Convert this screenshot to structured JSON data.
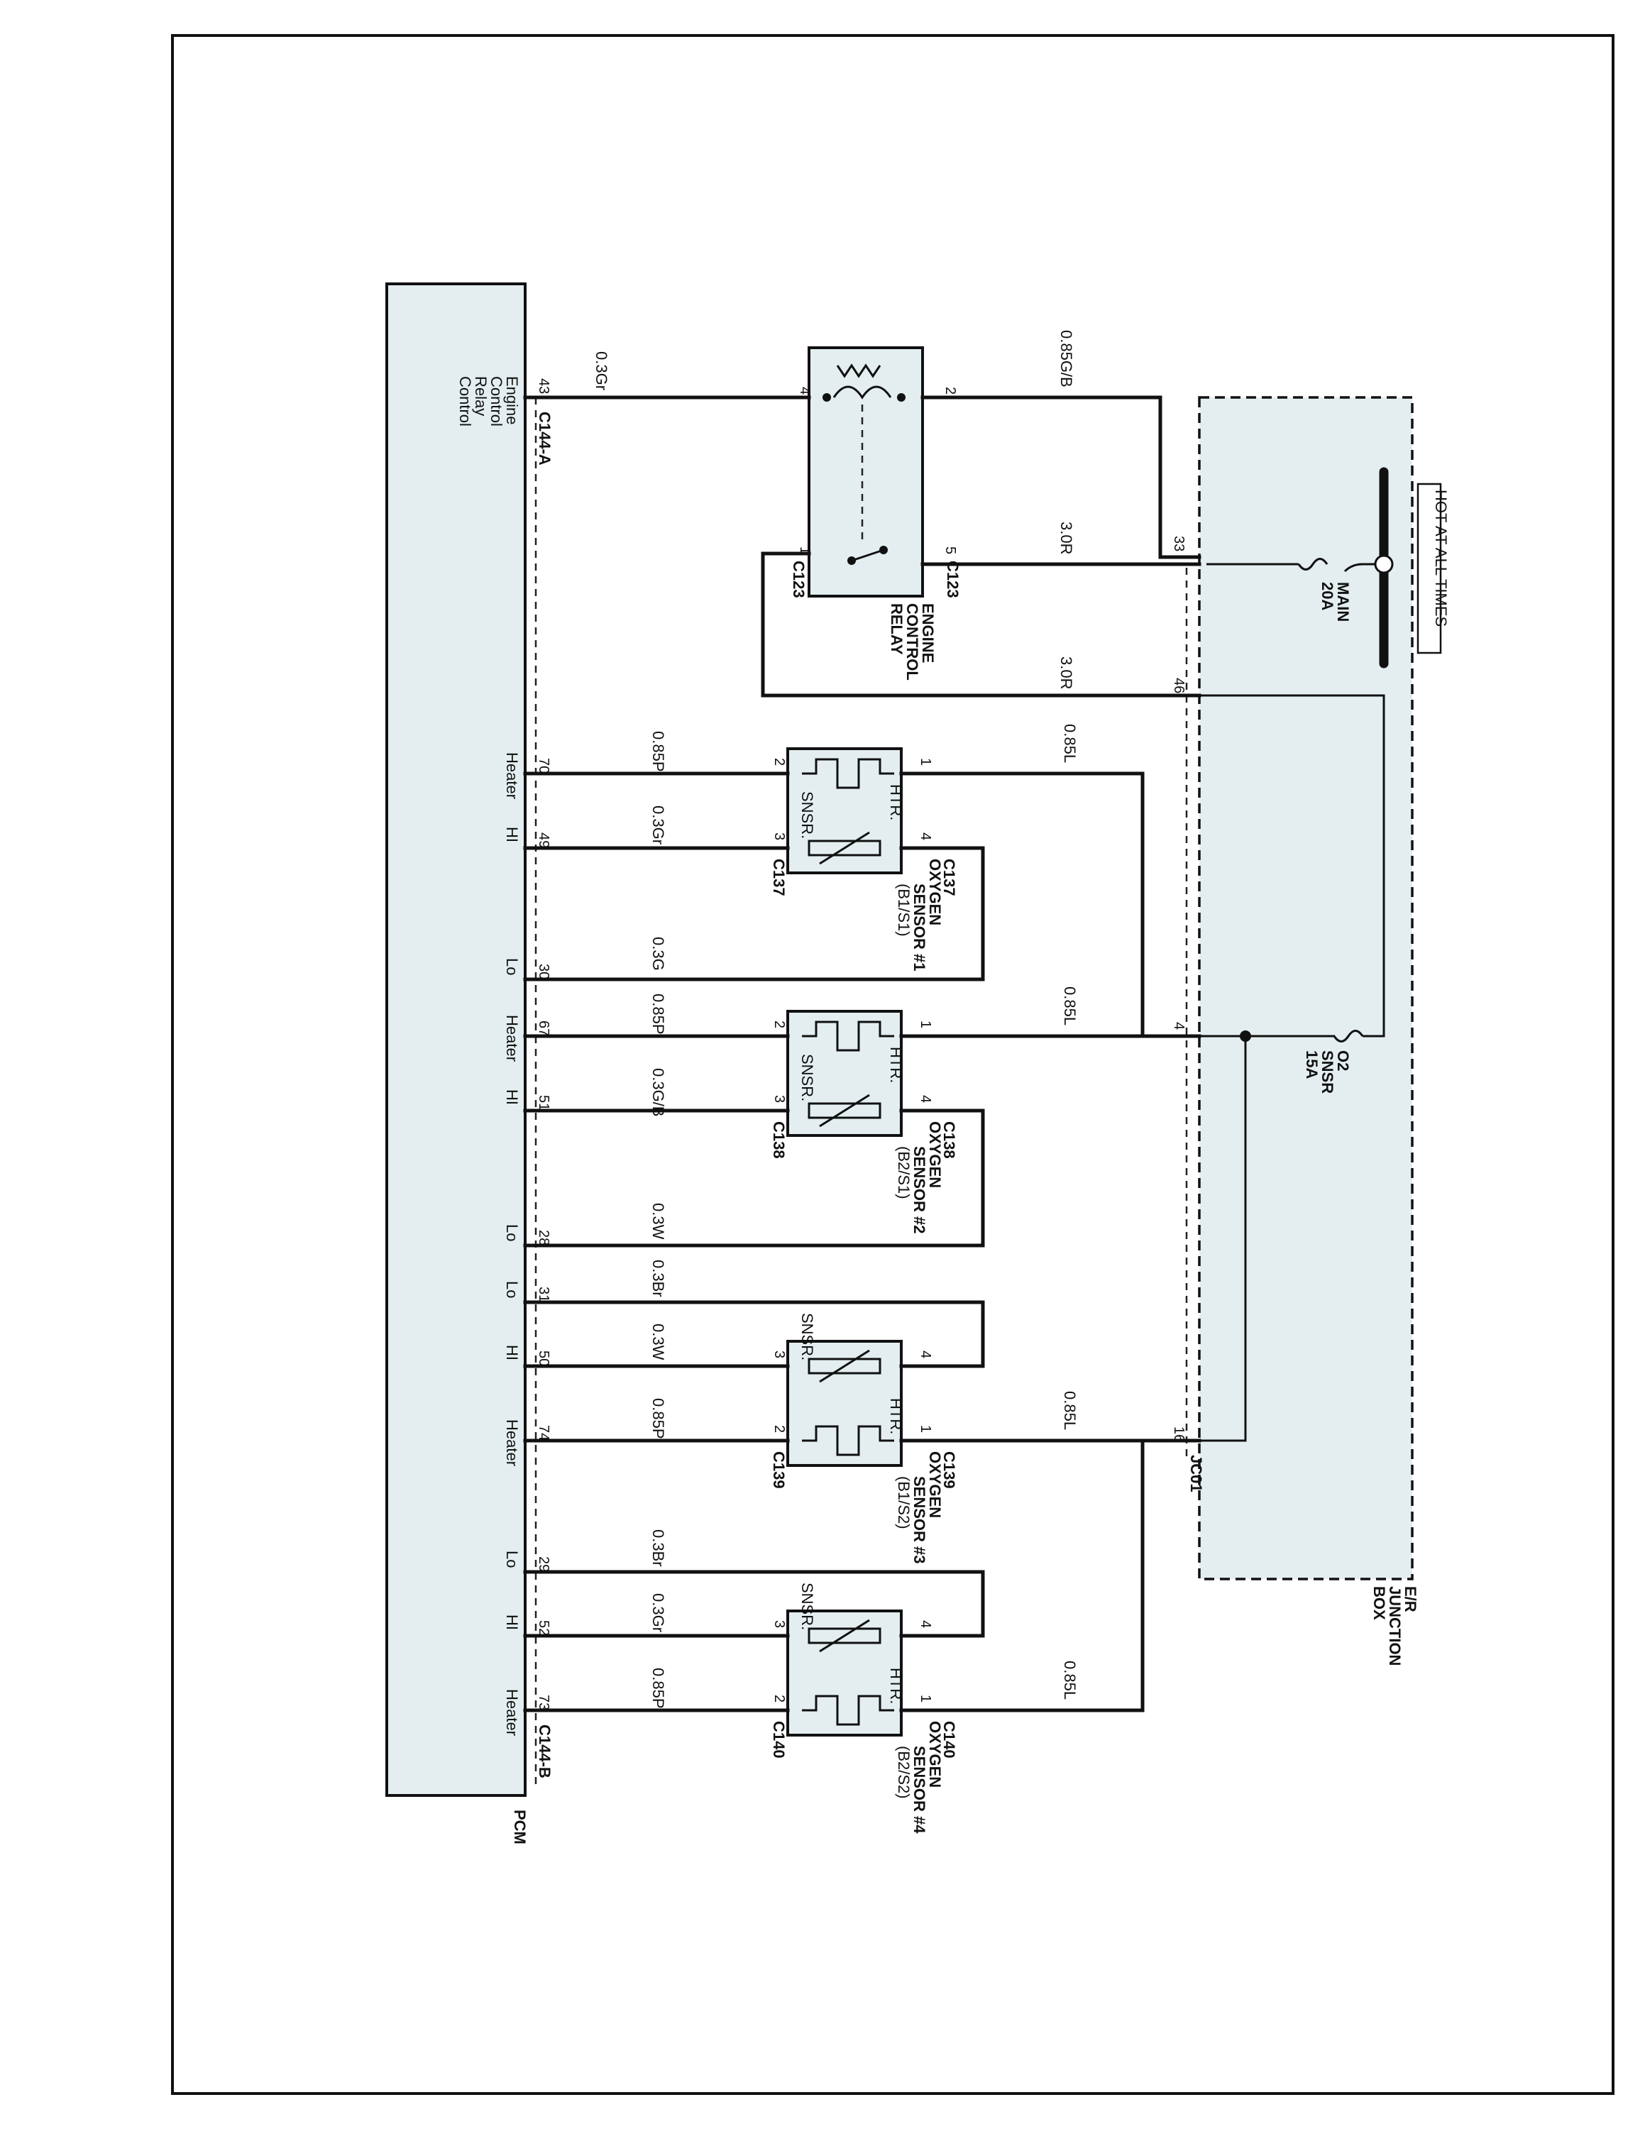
{
  "pcm": {
    "name": "PCM",
    "connector_a": "C144-A",
    "connector_b": "C144-B",
    "relay_ctrl_label": [
      "Engine",
      "Control",
      "Relay",
      "Control"
    ]
  },
  "junction_box": {
    "name": [
      "E/R",
      "JUNCTION",
      "BOX"
    ],
    "hot_label": "HOT AT ALL TIMES",
    "fuse_main": [
      "MAIN",
      "20A"
    ],
    "fuse_o2": [
      "O2",
      "SNSR",
      "15A"
    ],
    "connector": "JC01",
    "pins": {
      "relay_coil": "33",
      "relay_feed": "46",
      "o2_feed": "4",
      "o2_feed_2": "16"
    }
  },
  "relay": {
    "name": [
      "ENGINE",
      "CONTROL",
      "RELAY"
    ],
    "connector": "C123",
    "pins": {
      "p1": "1",
      "p2": "2",
      "p4": "4",
      "p5": "5"
    }
  },
  "wires": {
    "pcm_43": "0.3Gr",
    "relay_2": "0.85G/B",
    "relay_5": "3.0R",
    "relay_1": "3.0R",
    "o2_feed": "0.85L"
  },
  "pcm_pins": {
    "relay_ctrl": "43"
  },
  "sensors": [
    {
      "id": "s1",
      "name": [
        "OXYGEN",
        "SENSOR #1",
        "(B1/S1)"
      ],
      "connector": "C137",
      "htr": "HTR.",
      "snsr": "SNSR.",
      "heater": {
        "pin": "70",
        "label": "Heater",
        "wire": "0.85P",
        "spin": "2"
      },
      "hi": {
        "pin": "49",
        "label": "HI",
        "wire": "0.3Gr",
        "spin": "3"
      },
      "lo": {
        "pin": "30",
        "label": "Lo",
        "wire": "0.3G",
        "spin": "4"
      },
      "feed": {
        "wire": "0.85L",
        "spin": "1"
      }
    },
    {
      "id": "s2",
      "name": [
        "OXYGEN",
        "SENSOR #2",
        "(B2/S1)"
      ],
      "connector": "C138",
      "htr": "HTR.",
      "snsr": "SNSR.",
      "heater": {
        "pin": "67",
        "label": "Heater",
        "wire": "0.85P",
        "spin": "2"
      },
      "hi": {
        "pin": "51",
        "label": "HI",
        "wire": "0.3G/B",
        "spin": "3"
      },
      "lo": {
        "pin": "28",
        "label": "Lo",
        "wire": "0.3W",
        "spin": "4"
      },
      "feed": {
        "wire": "0.85L",
        "spin": "1"
      }
    },
    {
      "id": "s3",
      "name": [
        "OXYGEN",
        "SENSOR #3",
        "(B1/S2)"
      ],
      "connector": "C139",
      "htr": "HTR.",
      "snsr": "SNSR.",
      "lo": {
        "pin": "31",
        "label": "Lo",
        "wire": "0.3Br",
        "spin": "4"
      },
      "hi": {
        "pin": "50",
        "label": "HI",
        "wire": "0.3W",
        "spin": "3"
      },
      "heater": {
        "pin": "74",
        "label": "Heater",
        "wire": "0.85P",
        "spin": "2"
      },
      "feed": {
        "wire": "0.85L",
        "spin": "1"
      }
    },
    {
      "id": "s4",
      "name": [
        "OXYGEN",
        "SENSOR #4",
        "(B2/S2)"
      ],
      "connector": "C140",
      "htr": "HTR.",
      "snsr": "SNSR.",
      "lo": {
        "pin": "29",
        "label": "Lo",
        "wire": "0.3Br",
        "spin": "4"
      },
      "hi": {
        "pin": "52",
        "label": "HI",
        "wire": "0.3Gr",
        "spin": "3"
      },
      "heater": {
        "pin": "73",
        "label": "Heater",
        "wire": "0.85P",
        "spin": "2"
      },
      "feed": {
        "wire": "0.85L",
        "spin": "1"
      }
    }
  ]
}
